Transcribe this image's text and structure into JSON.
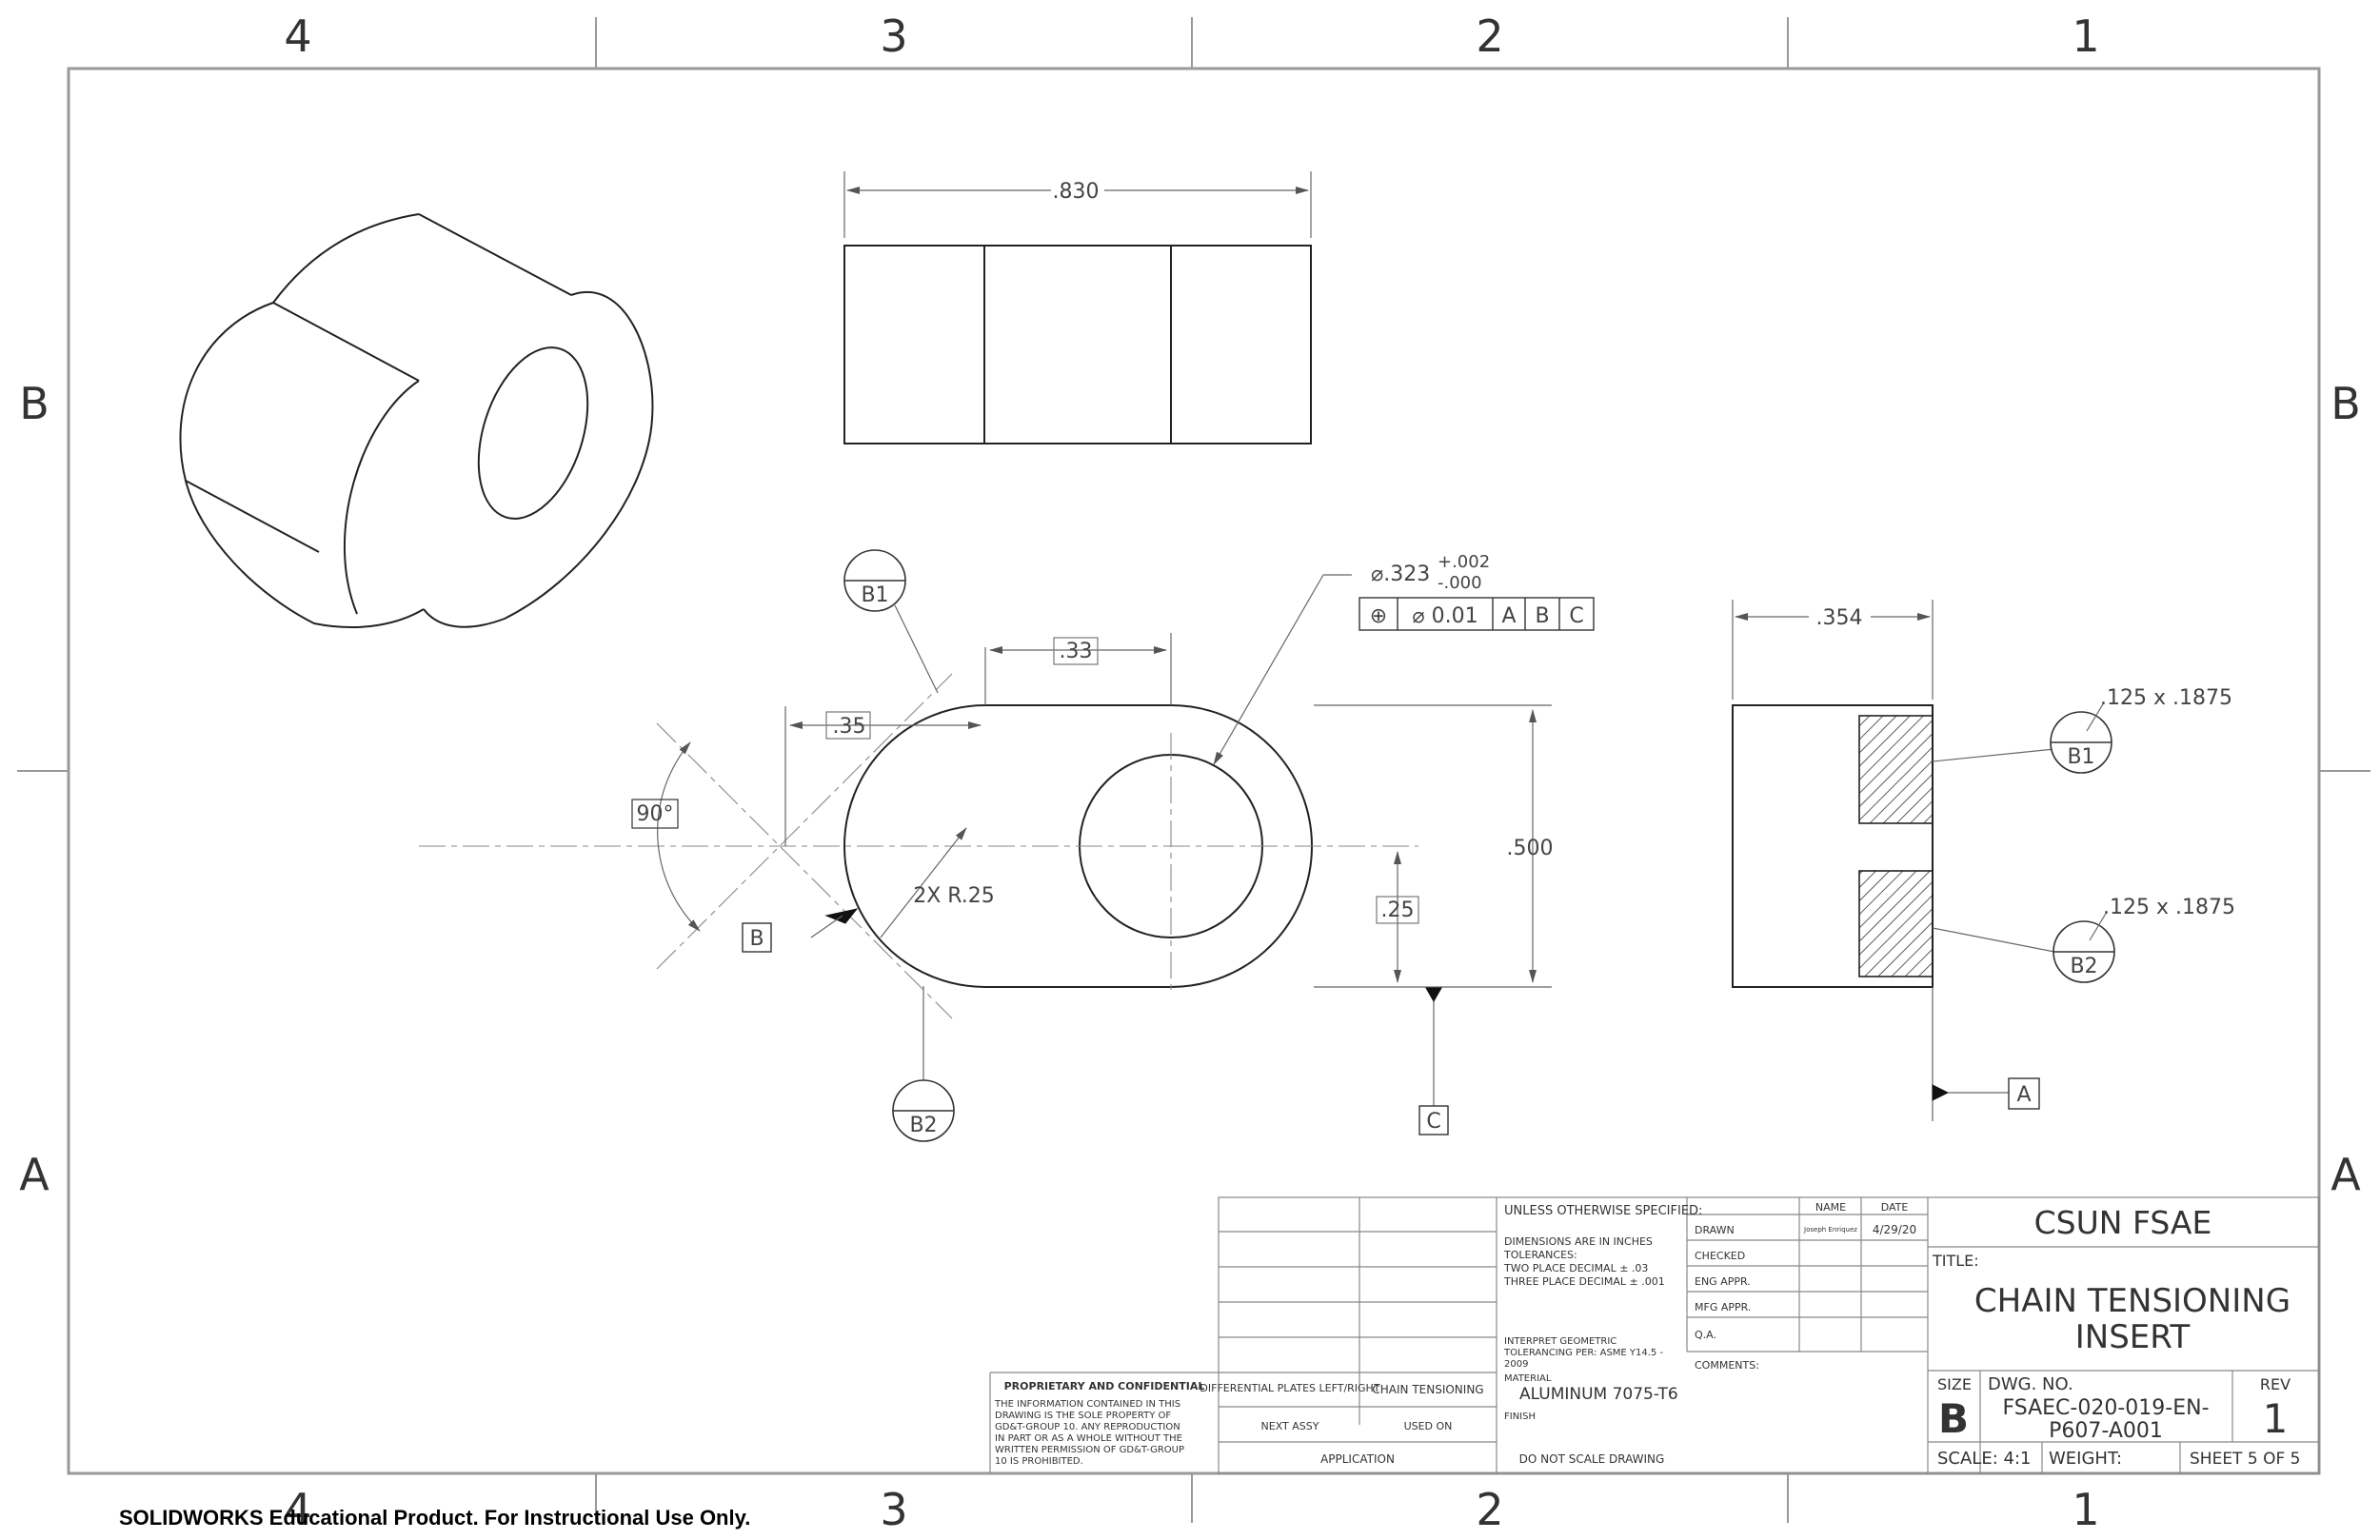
{
  "zones": {
    "columns": [
      "4",
      "3",
      "2",
      "1"
    ],
    "rows": [
      "B",
      "A"
    ]
  },
  "watermark": "SOLIDWORKS Educational Product. For Instructional Use Only.",
  "dimensions": {
    "top_width": ".830",
    "hole_offset": ".33",
    "center_offset": ".35",
    "angle": "90°",
    "radius": "2X R.25",
    "height": ".500",
    "half_height": ".25",
    "side_width": ".354",
    "hole_dia_prefix": "⌀.323",
    "hole_tol_plus": "+.002",
    "hole_tol_minus": "-.000",
    "thread_b1": ".125 x .1875",
    "thread_b2": ".125 x .1875"
  },
  "fcf": {
    "symbol": "⊕",
    "tolerance": "⌀ 0.01",
    "datum1": "A",
    "datum2": "B",
    "datum3": "C"
  },
  "datums": {
    "a": "A",
    "b": "B",
    "c": "C"
  },
  "balloons": {
    "b1": "B1",
    "b2": "B2"
  },
  "title_block": {
    "unless_specified": "UNLESS OTHERWISE SPECIFIED:",
    "dims_in_inches": "DIMENSIONS ARE IN INCHES",
    "tolerances": "TOLERANCES:",
    "two_place": "TWO PLACE DECIMAL    ± .03",
    "three_place": "THREE PLACE DECIMAL  ± .001",
    "interpret_1": "INTERPRET GEOMETRIC",
    "interpret_2": "TOLERANCING PER: ASME Y14.5 -",
    "interpret_3": "2009",
    "material_label": "MATERIAL",
    "material": "ALUMINUM 7075-T6",
    "finish_label": "FINISH",
    "do_not_scale": "DO NOT SCALE DRAWING",
    "name_header": "NAME",
    "date_header": "DATE",
    "drawn_label": "DRAWN",
    "drawn_name": "Joseph Enriquez",
    "drawn_date": "4/29/20",
    "checked_label": "CHECKED",
    "eng_appr_label": "ENG APPR.",
    "mfg_appr_label": "MFG APPR.",
    "qa_label": "Q.A.",
    "comments_label": "COMMENTS:",
    "company": "CSUN FSAE",
    "title_label": "TITLE:",
    "title_line1": "CHAIN TENSIONING",
    "title_line2": "INSERT",
    "size_label": "SIZE",
    "size": "B",
    "dwg_no_label": "DWG.  NO.",
    "dwg_no_line1": "FSAEC-020-019-EN-",
    "dwg_no_line2": "P607-A001",
    "rev_label": "REV",
    "rev": "1",
    "scale": "SCALE: 4:1",
    "weight": "WEIGHT:",
    "sheet": "SHEET 5 OF 5",
    "next_assy_value": "DIFFERENTIAL PLATES LEFT/RIGHT",
    "used_on_value": "CHAIN TENSIONING",
    "next_assy_label": "NEXT ASSY",
    "used_on_label": "USED ON",
    "application_label": "APPLICATION",
    "proprietary_title": "PROPRIETARY AND CONFIDENTIAL",
    "proprietary_lines": [
      "THE INFORMATION CONTAINED IN THIS",
      "DRAWING IS THE SOLE PROPERTY OF",
      "GD&T-GROUP 10.  ANY REPRODUCTION",
      "IN PART OR AS A WHOLE WITHOUT THE",
      "WRITTEN PERMISSION OF GD&T-GROUP",
      "10 IS PROHIBITED."
    ]
  }
}
